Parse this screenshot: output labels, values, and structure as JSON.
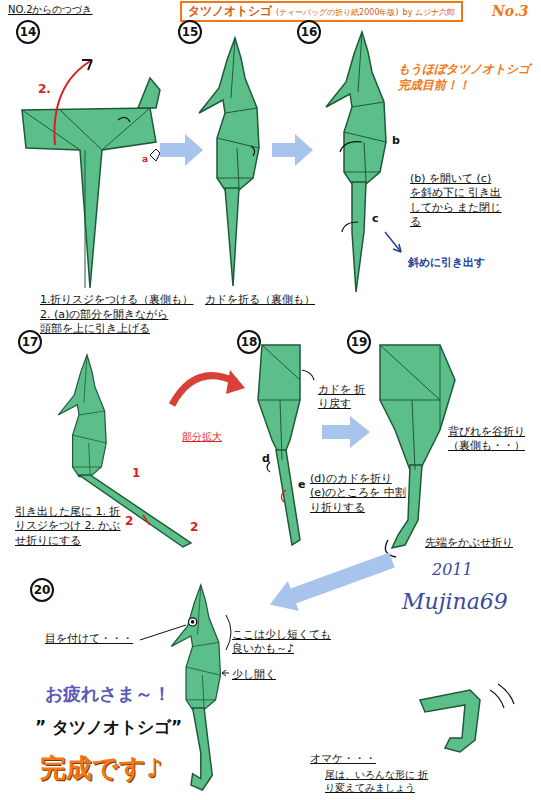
{
  "diagram": {
    "nodes": [
      {
        "text": [
          "タツノオトシゴ",
          "(ティーバッグの折り紙2000年版)",
          "by ムジナ六郎"
        ]
      },
      {
        "text": [
          "14"
        ]
      },
      {
        "text": [
          "15"
        ]
      },
      {
        "text": [
          "16"
        ]
      },
      {
        "text": [
          "17"
        ]
      },
      {
        "text": [
          "18"
        ]
      },
      {
        "text": [
          "19"
        ]
      },
      {
        "text": [
          "20"
        ]
      }
    ],
    "labels": [
      "NO.2からのつづき",
      "No.3",
      "2.",
      "a",
      "1.折りスジをつける（裏側も）",
      "2. (a)の部分を開きながら 頭部を上に引き上げる",
      "カドを折る（裏側も）",
      "もうほぼタツノオトシゴ 完成目前！！",
      "b",
      "c",
      "(b) を開いて (c) を斜め下に 引き出してから また閉じる",
      "斜めに引き出す",
      "1",
      "2",
      "2",
      "引き出した尾に 1. 折りスジをつけ 2. かぶせ折りにする",
      "部分拡大",
      "カドを 折り戻す",
      "d",
      "e",
      "(d)のカドを折り (e)のところを 中割り折りする",
      "背びれを谷折り （裏側も・・）",
      "先端をかぶせ折り",
      "2011",
      "Mujina69",
      "目を付けて・・・",
      "ここは少し短くても 良いかも～♪",
      "少し開く",
      "お疲れさま～！",
      "” タツノオトシゴ”",
      "完成です♪",
      "オマケ・・・",
      "尾は、いろんな形に 折り変えてみましょう"
    ]
  }
}
